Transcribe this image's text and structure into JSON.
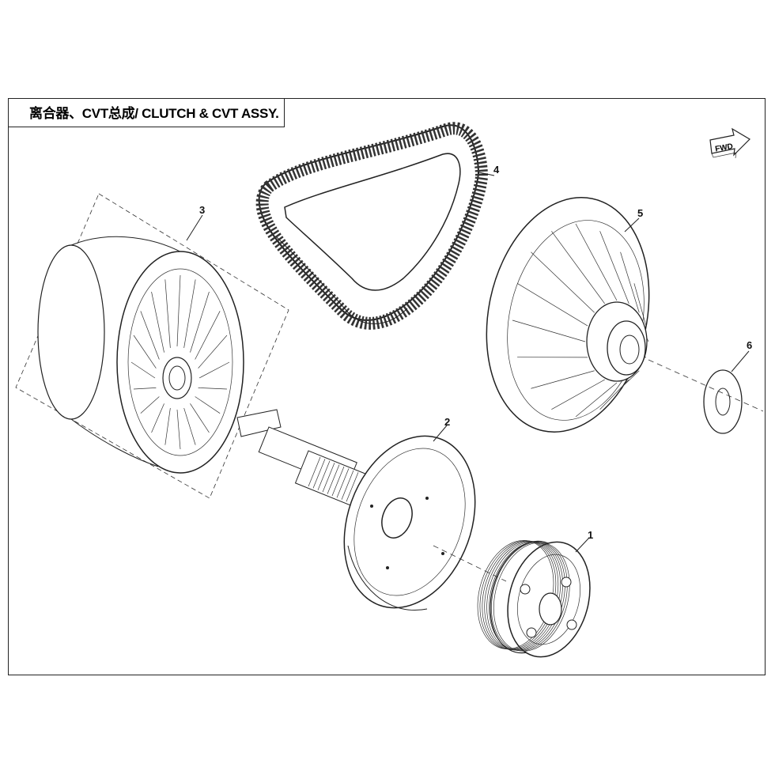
{
  "title": "离合器、CVT总成/ CLUTCH & CVT ASSY.",
  "fwd_label": "FWD",
  "callouts": [
    "1",
    "2",
    "3",
    "4",
    "5",
    "6"
  ],
  "parts": [
    {
      "number": "1",
      "part": "clutch-shoe-assembly"
    },
    {
      "number": "2",
      "part": "clutch-drum-and-shaft"
    },
    {
      "number": "3",
      "part": "primary-drive-pulley"
    },
    {
      "number": "4",
      "part": "drive-belt"
    },
    {
      "number": "5",
      "part": "secondary-driven-pulley"
    },
    {
      "number": "6",
      "part": "washer"
    }
  ]
}
